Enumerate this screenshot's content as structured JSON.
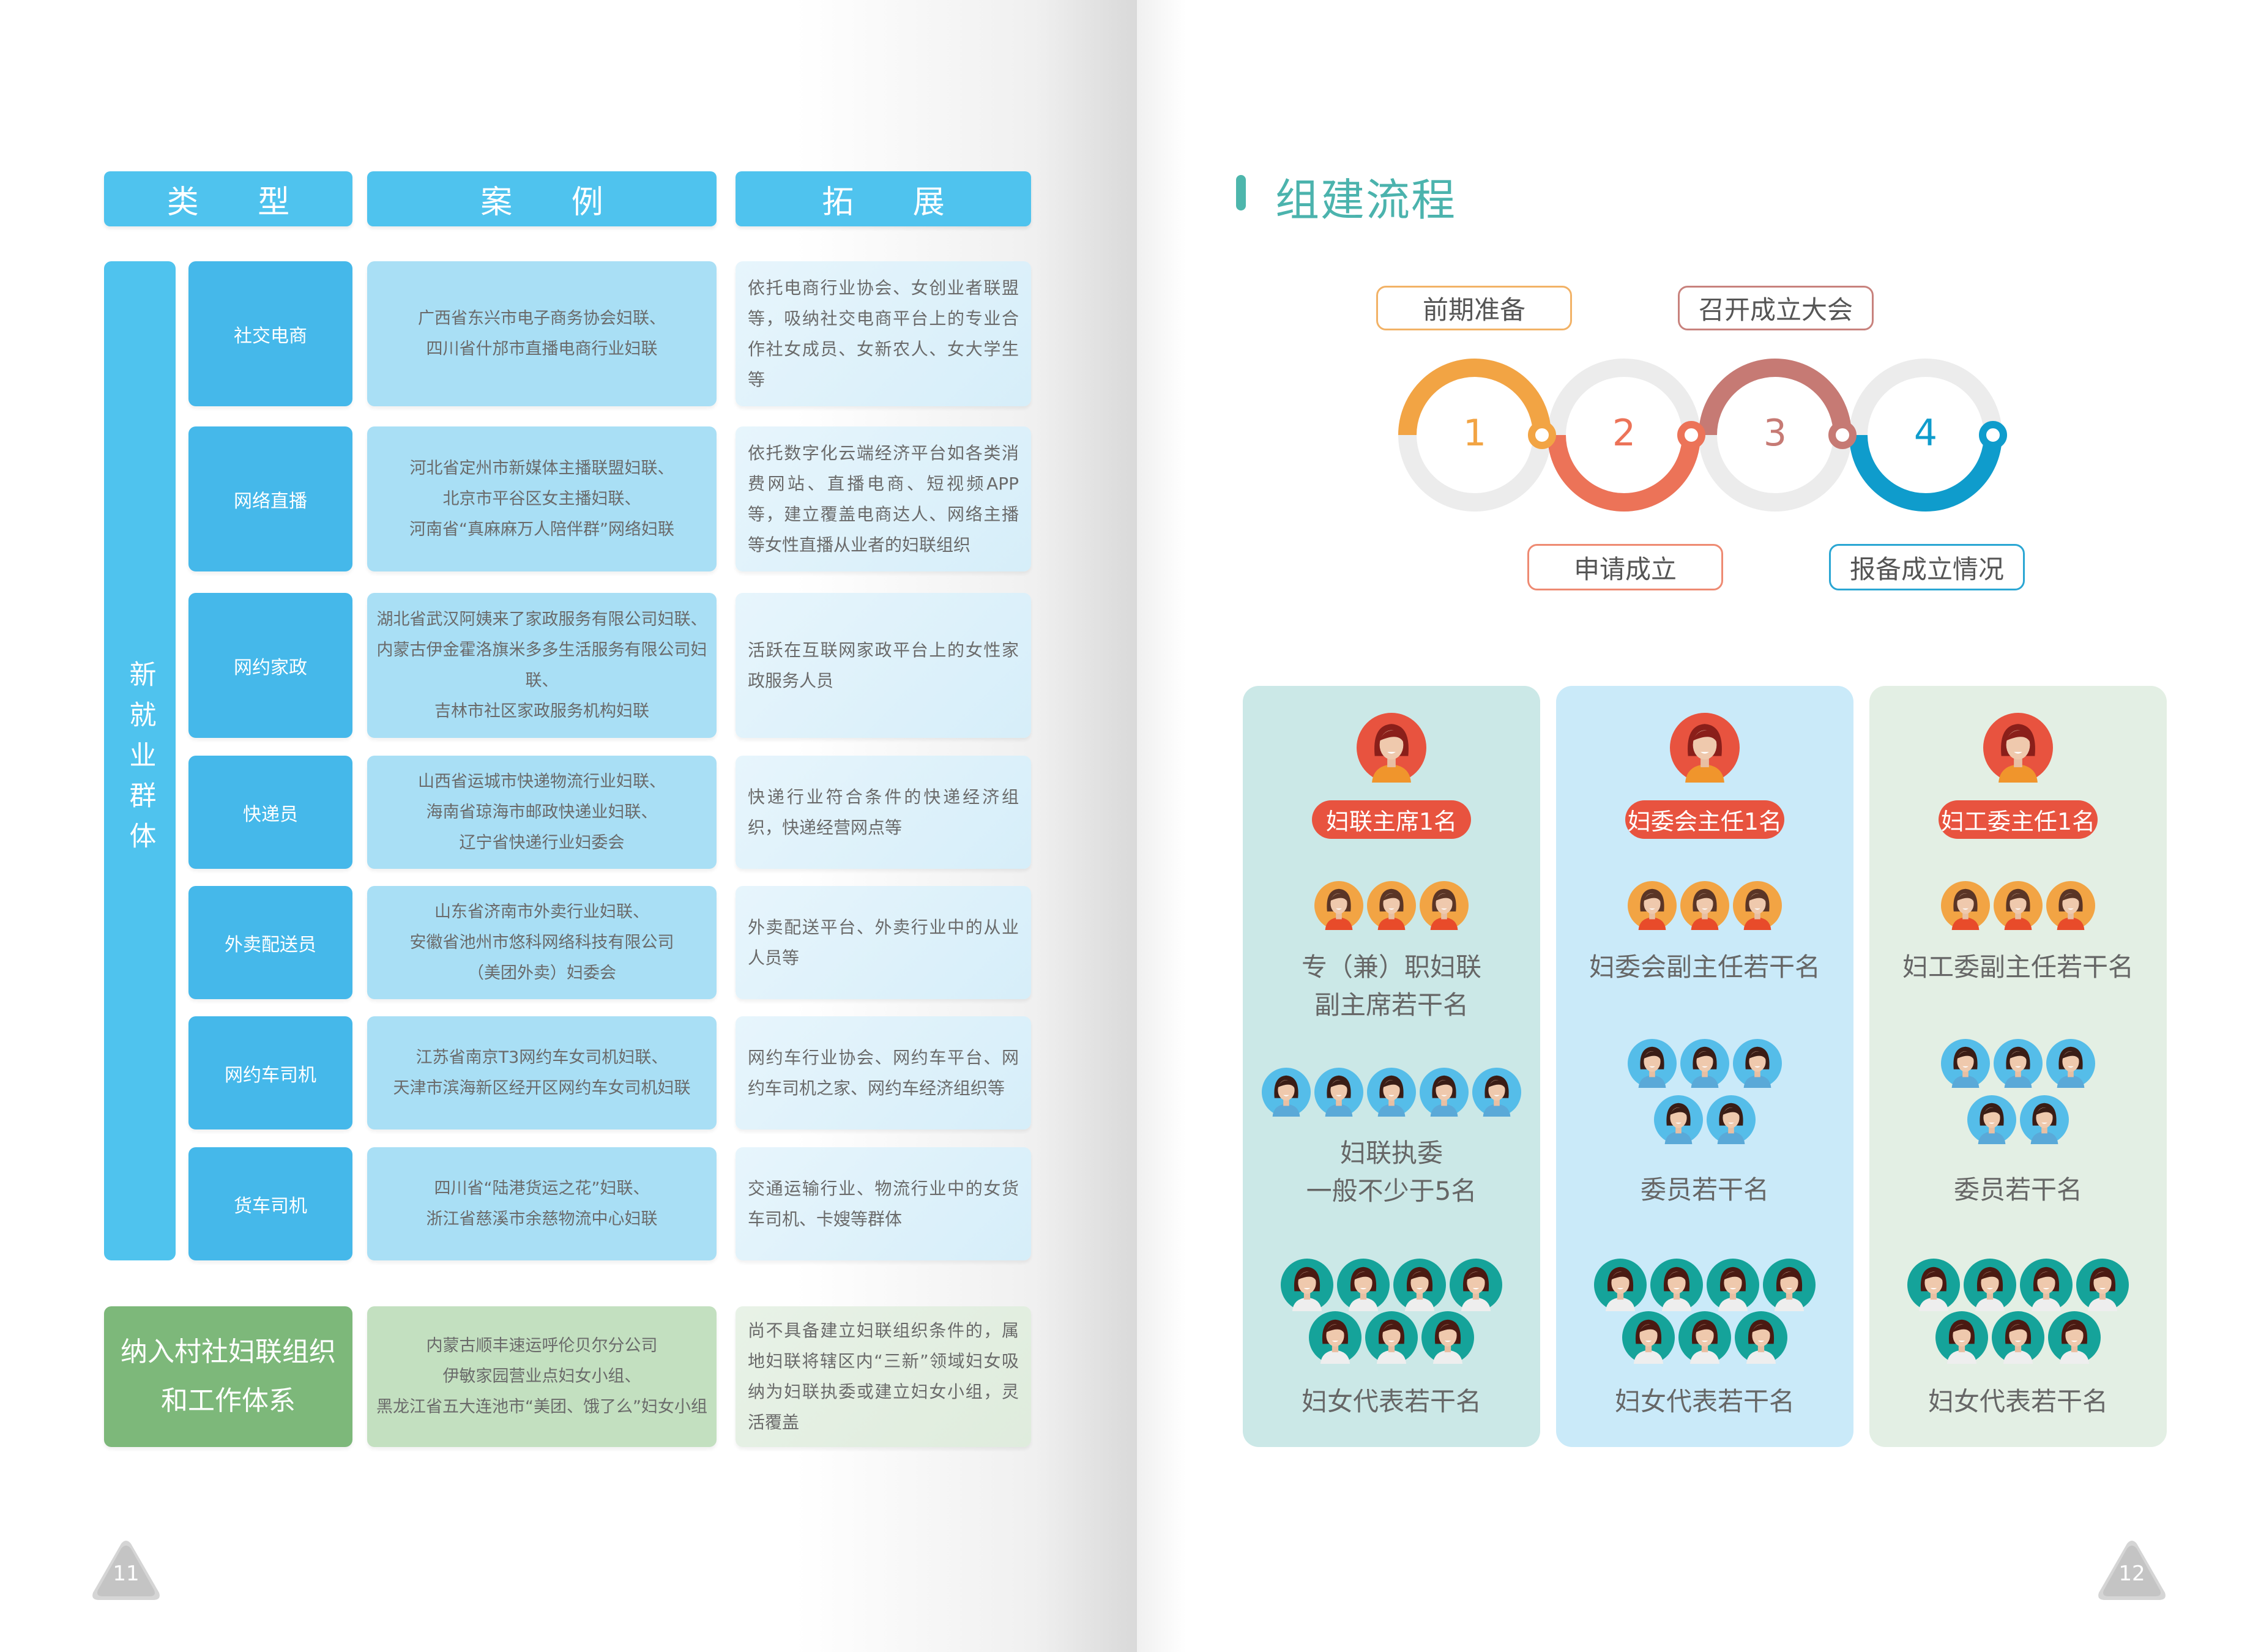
{
  "table": {
    "headers": [
      "类 型",
      "案 例",
      "拓 展"
    ],
    "group_label": "新就业群体",
    "rows": [
      {
        "type": "社交电商",
        "case": "广西省东兴市电子商务协会妇联、\n四川省什邡市直播电商行业妇联",
        "ext": "依托电商行业协会、女创业者联盟等，吸纳社交电商平台上的专业合作社女成员、女新农人、女大学生等"
      },
      {
        "type": "网络直播",
        "case": "河北省定州市新媒体主播联盟妇联、\n北京市平谷区女主播妇联、\n河南省“真麻麻万人陪伴群”网络妇联",
        "ext": "依托数字化云端经济平台如各类消费网站、直播电商、短视频APP等，建立覆盖电商达人、网络主播等女性直播从业者的妇联组织"
      },
      {
        "type": "网约家政",
        "case": "湖北省武汉阿姨来了家政服务有限公司妇联、\n内蒙古伊金霍洛旗米多多生活服务有限公司妇联、\n吉林市社区家政服务机构妇联",
        "ext": "活跃在互联网家政平台上的女性家政服务人员"
      },
      {
        "type": "快递员",
        "case": "山西省运城市快递物流行业妇联、\n海南省琼海市邮政快递业妇联、\n辽宁省快递行业妇委会",
        "ext": "快递行业符合条件的快递经济组织，快递经营网点等"
      },
      {
        "type": "外卖配送员",
        "case": "山东省济南市外卖行业妇联、\n安徽省池州市悠科网络科技有限公司\n（美团外卖）妇委会",
        "ext": "外卖配送平台、外卖行业中的从业人员等"
      },
      {
        "type": "网约车司机",
        "case": "江苏省南京T3网约车女司机妇联、\n天津市滨海新区经开区网约车女司机妇联",
        "ext": "网约车行业协会、网约车平台、网约车司机之家、网约车经济组织等"
      },
      {
        "type": "货车司机",
        "case": "四川省“陆港货运之花”妇联、\n浙江省慈溪市余慈物流中心妇联",
        "ext": "交通运输行业、物流行业中的女货车司机、卡嫂等群体"
      }
    ],
    "green_row": {
      "type": "纳入村社妇联组织\n和工作体系",
      "case": "内蒙古顺丰速运呼伦贝尔分公司\n伊敏家园营业点妇女小组、\n黑龙江省五大连池市“美团、饿了么”妇女小组",
      "ext": "尚不具备建立妇联组织条件的，属地妇联将辖区内“三新”领域妇女吸纳为妇联执委或建立妇女小组，灵活覆盖"
    }
  },
  "right": {
    "title": "组建流程",
    "steps": [
      {
        "num": "1",
        "label": "前期准备",
        "color": "#f2a444"
      },
      {
        "num": "2",
        "label": "申请成立",
        "color": "#ec7358"
      },
      {
        "num": "3",
        "label": "召开成立大会",
        "color": "#c67a74"
      },
      {
        "num": "4",
        "label": "报备成立情况",
        "color": "#0f9ccc"
      }
    ],
    "columns": [
      {
        "bg": "#cbe8e7",
        "badge": "妇联主席1名",
        "vice": "专（兼）职妇联\n副主席若干名",
        "vice_count": 3,
        "committee": "妇联执委\n一般不少于5名",
        "committee_count": 5,
        "reps": "妇女代表若干名",
        "reps_count": 7
      },
      {
        "bg": "#caeaf9",
        "badge": "妇委会主任1名",
        "vice": "妇委会副主任若干名",
        "vice_count": 3,
        "committee": "委员若干名",
        "committee_count": 5,
        "reps": "妇女代表若干名",
        "reps_count": 7
      },
      {
        "bg": "#e3efe4",
        "badge": "妇工委主任1名",
        "vice": "妇工委副主任若干名",
        "vice_count": 3,
        "committee": "委员若干名",
        "committee_count": 5,
        "reps": "妇女代表若干名",
        "reps_count": 7
      }
    ]
  },
  "pages": {
    "left": "11",
    "right": "12"
  }
}
